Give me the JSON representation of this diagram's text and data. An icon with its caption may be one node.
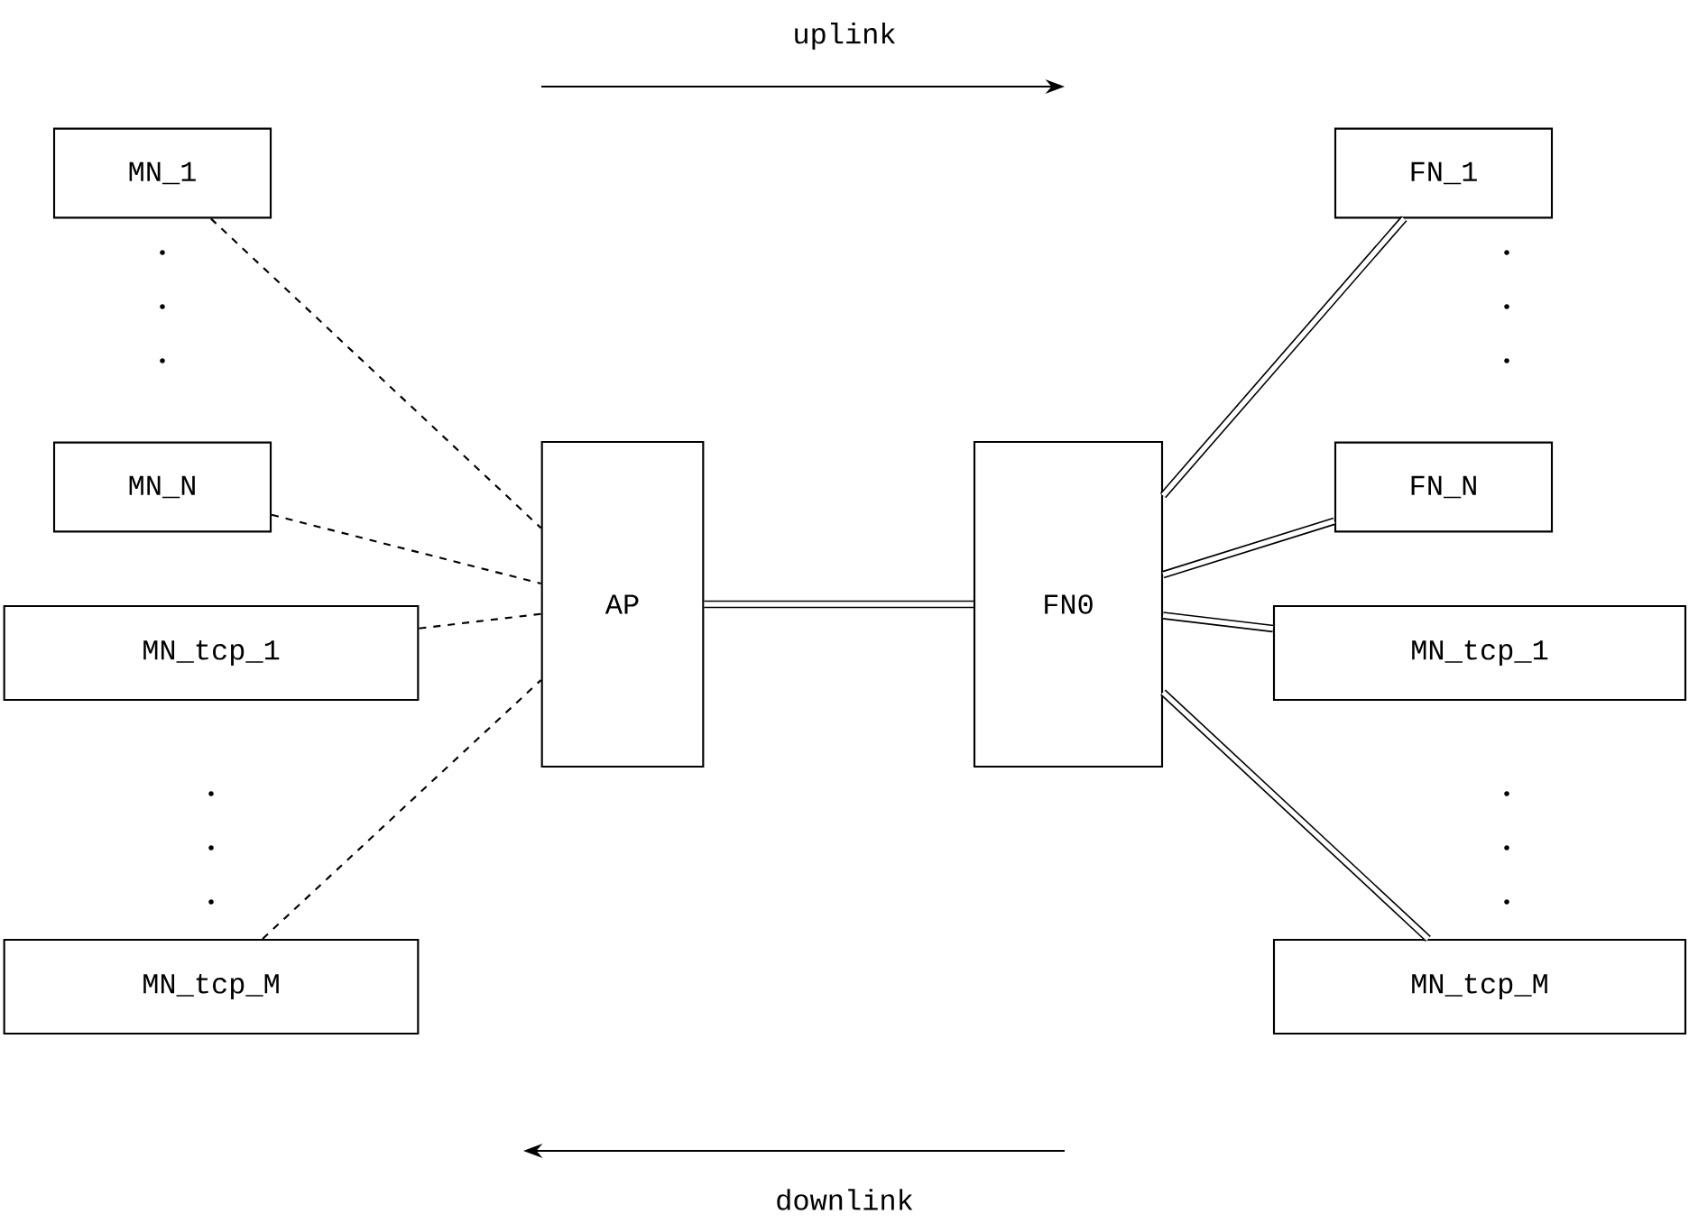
{
  "diagram": {
    "nodes": [
      {
        "text": [
          "MN_1"
        ]
      },
      {
        "text": [
          "FN_1"
        ]
      },
      {
        "text": [
          "MN_N"
        ]
      },
      {
        "text": [
          "AP"
        ]
      },
      {
        "text": [
          "FN0"
        ]
      },
      {
        "text": [
          "FN_N"
        ]
      },
      {
        "text": [
          "MN_tcp_1"
        ]
      },
      {
        "text": [
          "MN_tcp_1"
        ]
      },
      {
        "text": [
          "MN_tcp_M"
        ]
      },
      {
        "text": [
          "MN_tcp_M"
        ]
      }
    ],
    "edges": [
      {
        "from": 0,
        "to": 3,
        "arrow": "none",
        "style": "dashed"
      },
      {
        "from": 2,
        "to": 3,
        "arrow": "none",
        "style": "dashed"
      },
      {
        "from": 6,
        "to": 3,
        "arrow": "none",
        "style": "dashed"
      },
      {
        "from": 8,
        "to": 3,
        "arrow": "none",
        "style": "dashed"
      },
      {
        "from": 3,
        "to": 4,
        "arrow": "none"
      },
      {
        "from": 4,
        "to": 1,
        "arrow": "none"
      },
      {
        "from": 4,
        "to": 5,
        "arrow": "none"
      },
      {
        "from": 4,
        "to": 7,
        "arrow": "none"
      },
      {
        "from": 4,
        "to": 9,
        "arrow": "none"
      }
    ],
    "labels": [
      "uplink",
      "downlink"
    ]
  }
}
